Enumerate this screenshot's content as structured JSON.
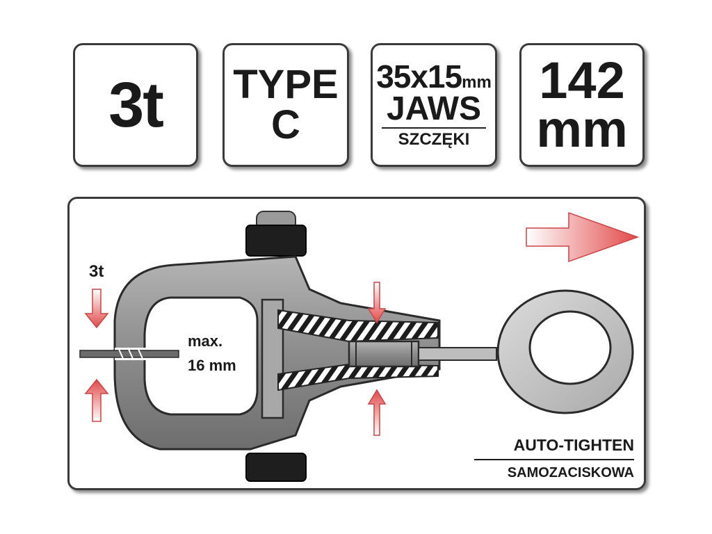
{
  "badges": {
    "capacity": "3t",
    "type_line1": "TYPE",
    "type_line2": "C",
    "jaws_dim": "35x15",
    "jaws_unit": "mm",
    "jaws_en": "JAWS",
    "jaws_pl": "SZCZĘKI",
    "length_value": "142",
    "length_unit": "mm"
  },
  "diagram": {
    "force_label": "3t",
    "gap_line1": "max.",
    "gap_line2": "16 mm",
    "feature_en": "AUTO-TIGHTEN",
    "feature_pl": "SAMOZACISKOWA"
  },
  "colors": {
    "arrow_red": "#e24a4a",
    "tool_grey": "#8a8a8a",
    "border": "#3a3a3a"
  }
}
